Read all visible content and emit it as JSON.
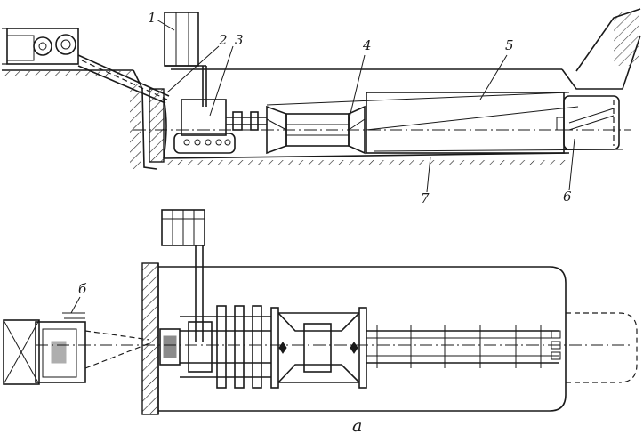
{
  "figure": {
    "caption": "a",
    "labels": [
      "1",
      "2",
      "3",
      "4",
      "5",
      "6",
      "7",
      "б"
    ]
  }
}
